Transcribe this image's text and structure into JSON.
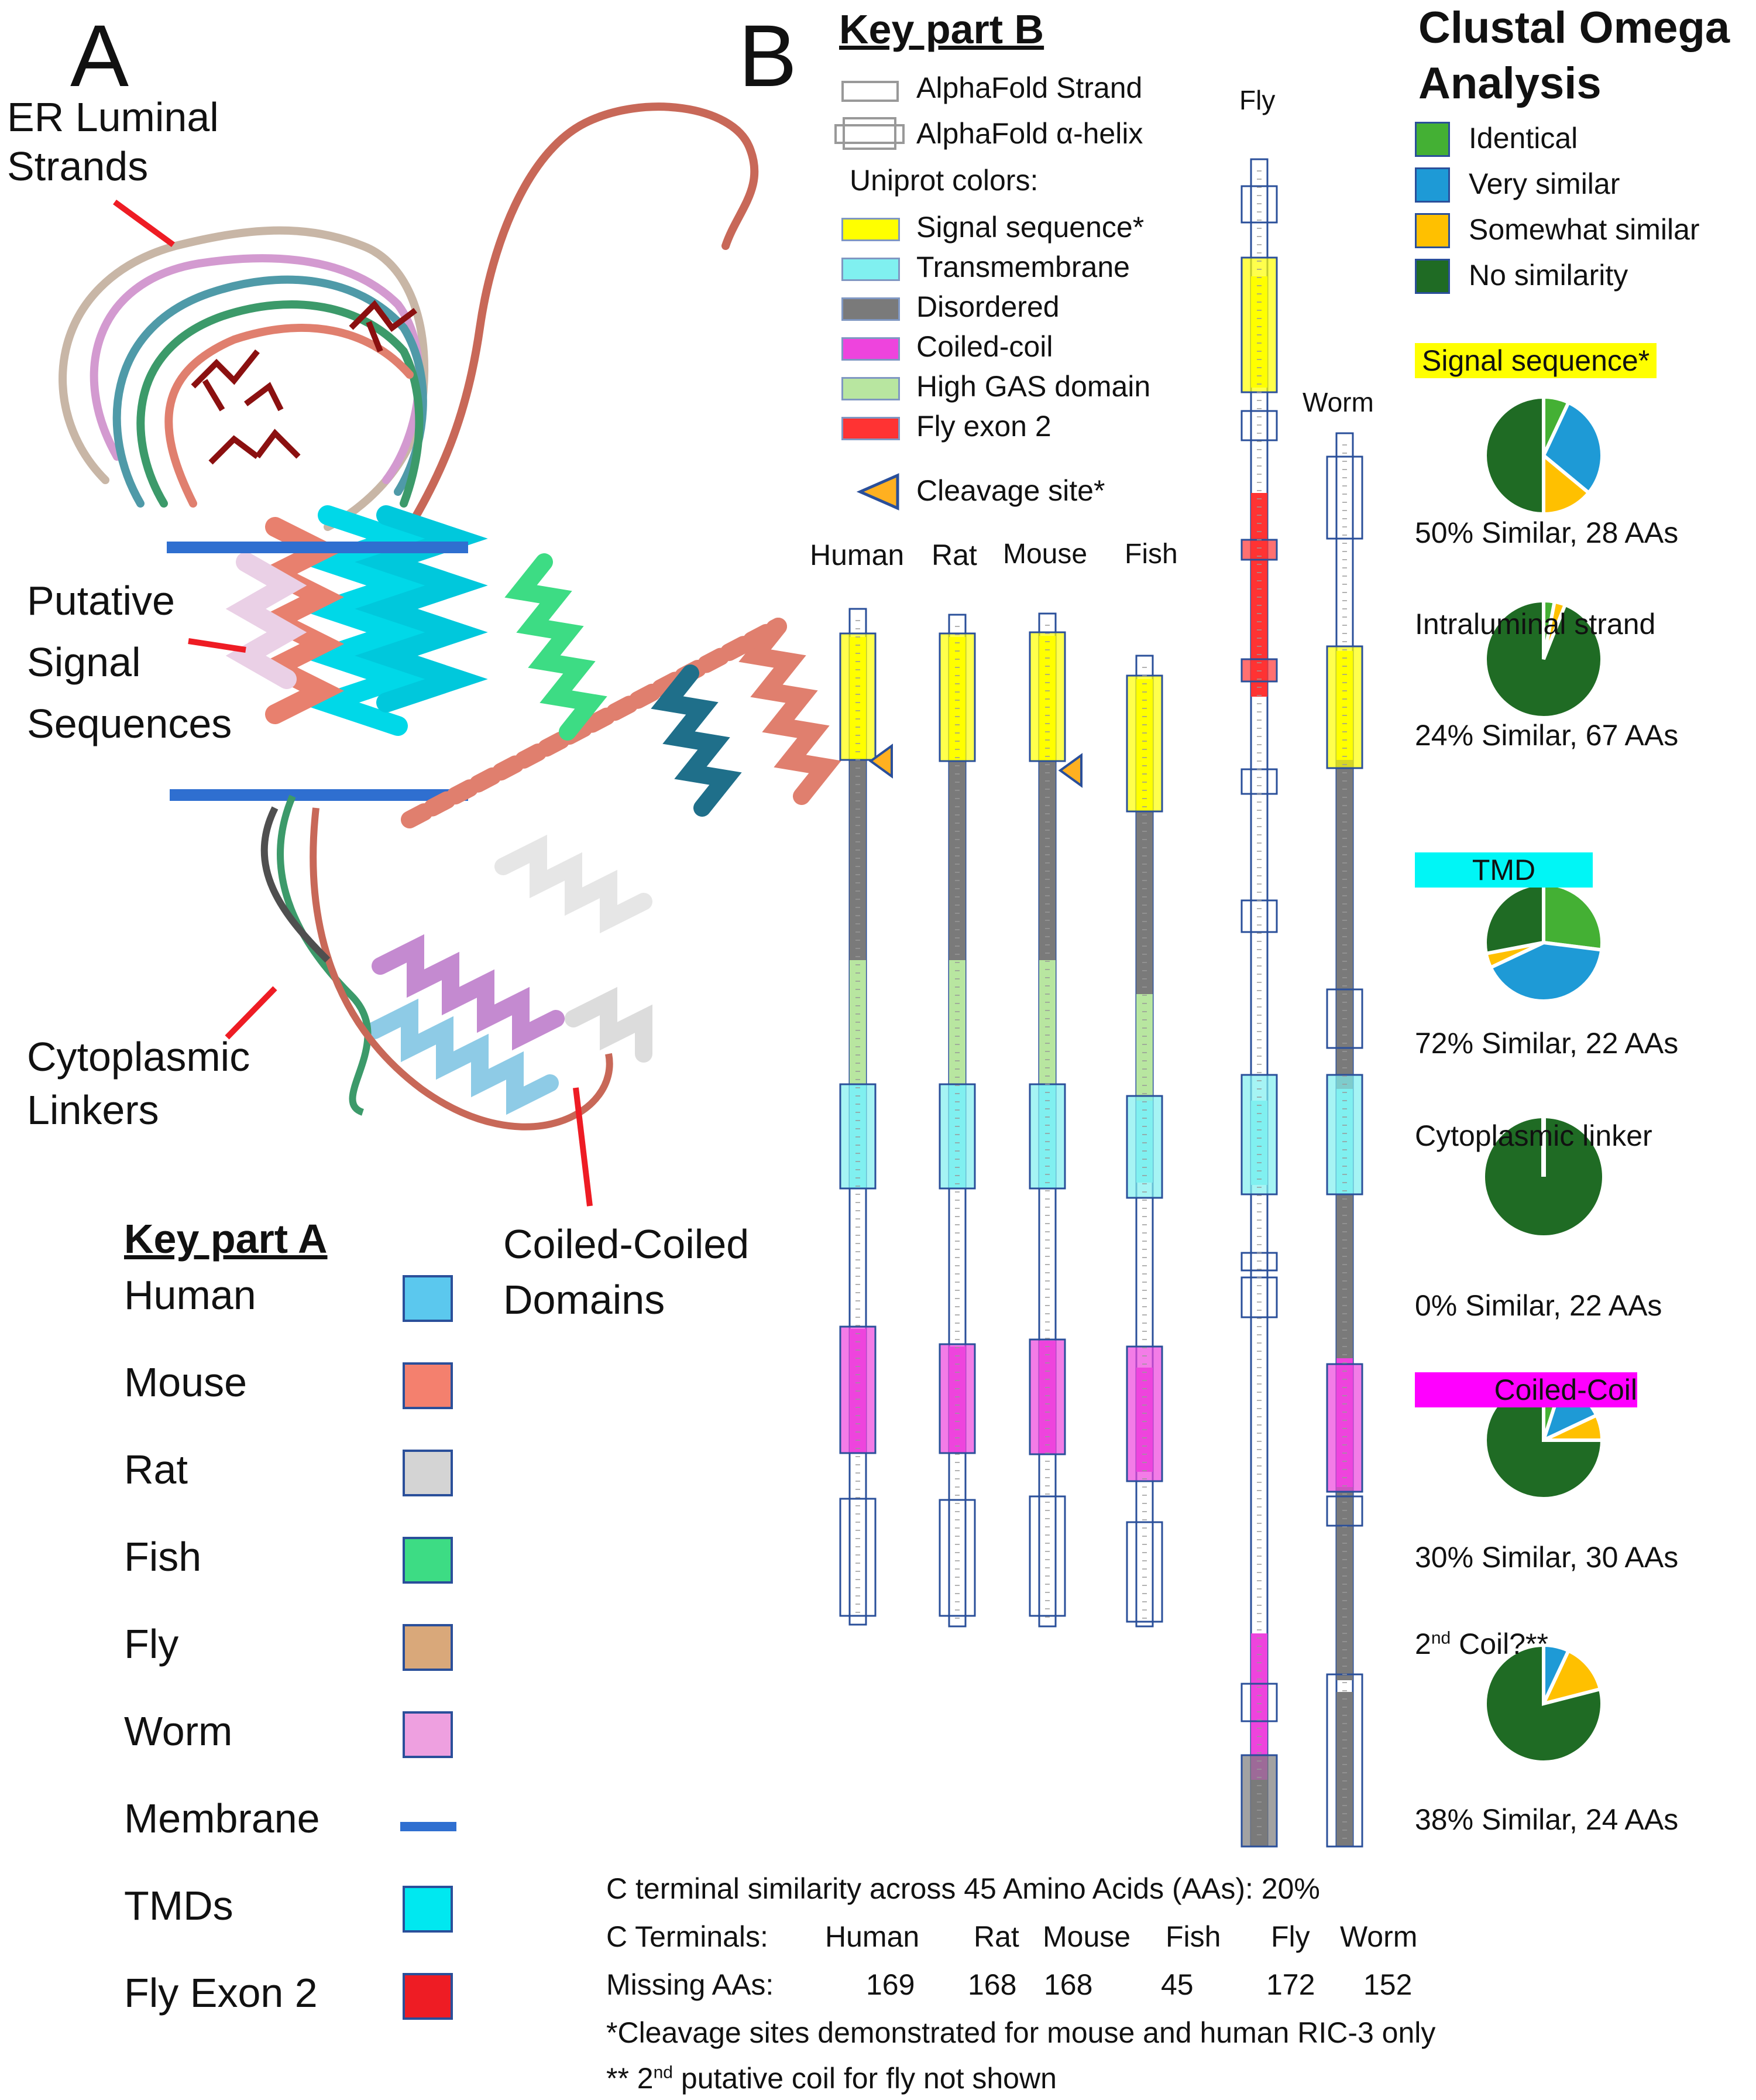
{
  "panel_a": {
    "letter": "A",
    "labels": {
      "er_luminal": [
        "ER Luminal",
        "Strands"
      ],
      "signal_seq": [
        "Putative",
        "Signal",
        "Sequences"
      ],
      "cyto_linkers": [
        "Cytoplasmic",
        "Linkers"
      ],
      "coiled": [
        "Coiled-Coiled",
        "Domains"
      ]
    },
    "key": {
      "title": "Key part A",
      "items": [
        {
          "label": "Human",
          "color": "#5bc8ee"
        },
        {
          "label": "Mouse",
          "color": "#f4806e"
        },
        {
          "label": "Rat",
          "color": "#d4d4d4"
        },
        {
          "label": "Fish",
          "color": "#3ddc84"
        },
        {
          "label": "Fly",
          "color": "#d9a87a"
        },
        {
          "label": "Worm",
          "color": "#eea0e0"
        },
        {
          "label": "Membrane",
          "color": "#2f6fd0"
        },
        {
          "label": "TMDs",
          "color": "#00e8f0"
        },
        {
          "label": "Fly Exon 2",
          "color": "#ee1c24"
        }
      ]
    }
  },
  "panel_b": {
    "letter": "B",
    "key": {
      "title": "Key part B",
      "strand": "AlphaFold Strand",
      "helix": "AlphaFold α-helix",
      "uniprot_heading": "Uniprot colors:",
      "colors": [
        {
          "label": "Signal sequence*",
          "color": "#ffff00"
        },
        {
          "label": "Transmembrane",
          "color": "#80f0f0"
        },
        {
          "label": "Disordered",
          "color": "#7a7a7a"
        },
        {
          "label": "Coiled-coil",
          "color": "#ee44dd"
        },
        {
          "label": "High GAS domain",
          "color": "#b8e6a0"
        },
        {
          "label": "Fly exon 2",
          "color": "#ff3333"
        }
      ],
      "cleavage": "Cleavage site*"
    },
    "species": [
      "Human",
      "Rat",
      "Mouse",
      "Fish",
      "Fly",
      "Worm"
    ]
  },
  "clustal": {
    "title": [
      "Clustal Omega",
      "Analysis"
    ],
    "legend": [
      {
        "label": "Identical",
        "color": "#44b034"
      },
      {
        "label": "Very similar",
        "color": "#1e9ad6"
      },
      {
        "label": "Somewhat similar",
        "color": "#ffc000"
      },
      {
        "label": "No similarity",
        "color": "#1f6b24"
      }
    ],
    "regions": [
      {
        "heading": "Signal sequence*",
        "caption": "50%  Similar, 28  AAs",
        "identical": 7,
        "very_similar": 29,
        "somewhat_similar": 14,
        "no_similarity": 50
      },
      {
        "heading": "Intraluminal strand",
        "caption": "24% Similar, 67 AAs",
        "identical": 3,
        "very_similar": 0,
        "somewhat_similar": 3,
        "no_similarity": 94
      },
      {
        "heading": "TMD",
        "caption": "72% Similar, 22 AAs",
        "identical": 27,
        "very_similar": 41,
        "somewhat_similar": 4,
        "no_similarity": 28
      },
      {
        "heading": "Cytoplasmic linker",
        "caption": "0%  Similar, 22 AAs",
        "identical": 0,
        "very_similar": 0,
        "somewhat_similar": 0,
        "no_similarity": 100
      },
      {
        "heading": "Coiled-Coil",
        "caption": "30%  Similar, 30 AAs",
        "identical": 5,
        "very_similar": 13,
        "somewhat_similar": 7,
        "no_similarity": 75
      },
      {
        "heading": "2nd Coil?**",
        "caption": "38% Similar, 24 AAs",
        "identical": 0,
        "very_similar": 7,
        "somewhat_similar": 14,
        "no_similarity": 79
      }
    ]
  },
  "footer": {
    "c_terminal": "C terminal similarity across 45 Amino Acids (AAs):   20%",
    "c_terminals_label": "C Terminals:",
    "c_terminals": [
      "Human",
      "Rat",
      "Mouse",
      "Fish",
      "Fly",
      "Worm"
    ],
    "missing_label": "Missing AAs:",
    "missing": [
      "169",
      "168",
      "168",
      "45",
      "172",
      "152"
    ],
    "note1": "*Cleavage sites demonstrated for mouse and human RIC-3 only",
    "note2_prefix": "** 2",
    "note2_sup": "nd",
    "note2_suffix": " putative coil for fly not shown"
  }
}
